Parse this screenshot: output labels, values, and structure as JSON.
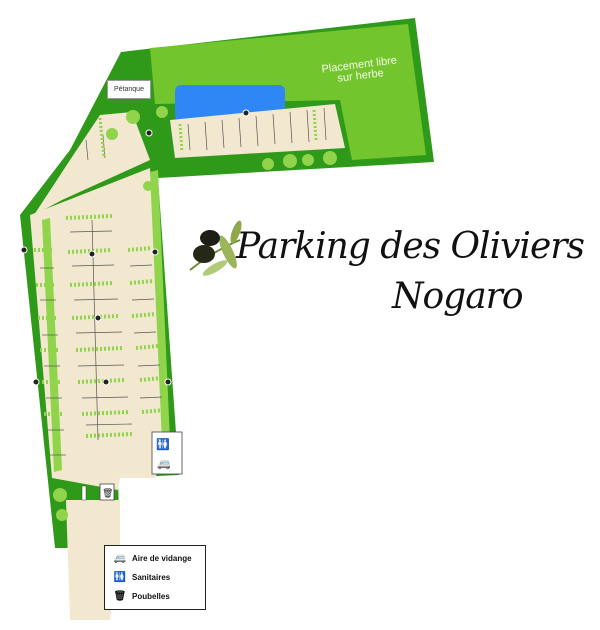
{
  "map": {
    "labels": {
      "petanque": "Pétanque",
      "lawn_line1": "Placement libre",
      "lawn_line2": "sur herbe"
    },
    "icons": {
      "drain_station": "camper-van-icon",
      "restrooms": "restroom-icon",
      "bins": "trash-bin-icon",
      "lamp": "lamp-post-icon"
    },
    "colors": {
      "outer_green": "#2f9a1a",
      "lawn_green": "#72c52c",
      "pavement": "#f1e8cf",
      "hedge": "#8fd44a",
      "pool": "#2f86f5",
      "line": "#555555"
    }
  },
  "title": {
    "line1": "Parking des Oliviers",
    "line2": "Nogaro"
  },
  "legend": {
    "items": [
      {
        "icon": "camper-van-icon",
        "label": "Aire de vidange"
      },
      {
        "icon": "restroom-icon",
        "label": "Sanitaires"
      },
      {
        "icon": "trash-bin-icon",
        "label": "Poubelles"
      }
    ]
  }
}
